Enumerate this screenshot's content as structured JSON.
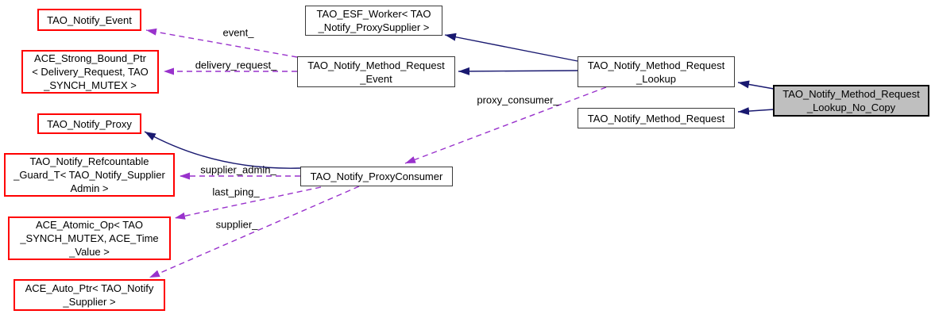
{
  "diagram": {
    "nodes": {
      "notify_event": {
        "label": "TAO_Notify_Event"
      },
      "strong_bound_ptr": {
        "label": "ACE_Strong_Bound_Ptr\n< Delivery_Request, TAO\n_SYNCH_MUTEX >"
      },
      "esf_worker": {
        "label": "TAO_ESF_Worker< TAO\n_Notify_ProxySupplier >"
      },
      "method_request_event": {
        "label": "TAO_Notify_Method_Request\n_Event"
      },
      "method_request_lookup": {
        "label": "TAO_Notify_Method_Request\n_Lookup"
      },
      "method_request": {
        "label": "TAO_Notify_Method_Request"
      },
      "lookup_no_copy": {
        "label": "TAO_Notify_Method_Request\n_Lookup_No_Copy"
      },
      "notify_proxy": {
        "label": "TAO_Notify_Proxy"
      },
      "refcountable_guard": {
        "label": "TAO_Notify_Refcountable\n_Guard_T< TAO_Notify_Supplier\nAdmin >"
      },
      "proxy_consumer_node": {
        "label": "TAO_Notify_ProxyConsumer"
      },
      "atomic_op": {
        "label": "ACE_Atomic_Op< TAO\n_SYNCH_MUTEX, ACE_Time\n_Value >"
      },
      "auto_ptr": {
        "label": "ACE_Auto_Ptr< TAO_Notify\n_Supplier >"
      }
    },
    "edge_labels": {
      "event": "event_",
      "delivery_request": "delivery_request_",
      "proxy_consumer": "proxy_consumer_",
      "supplier_admin": "supplier_admin_",
      "last_ping": "last_ping_",
      "supplier": "supplier_"
    },
    "colors": {
      "truncated_node_border": "#ff0000",
      "node_border": "#3a3a3a",
      "current_node_fill": "#bfbfbf",
      "current_node_border": "#000000",
      "inheritance_edge": "#191970",
      "usage_edge": "#9932cc",
      "background": "#ffffff",
      "text": "#000000"
    }
  }
}
